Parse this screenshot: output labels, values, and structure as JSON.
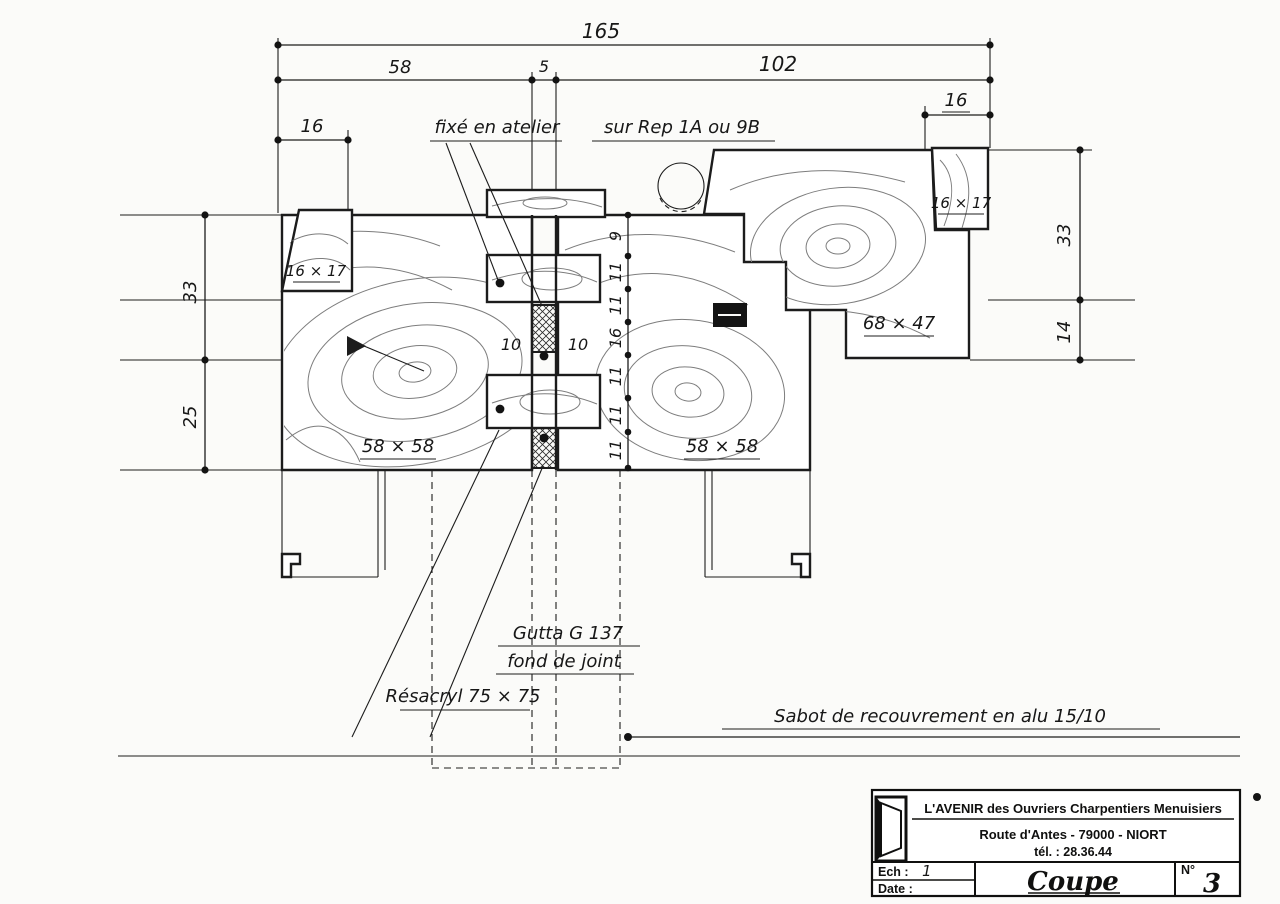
{
  "drawing": {
    "dims": {
      "total_width": "165",
      "left_width": "58",
      "joint_width": "5",
      "right_width": "102",
      "left_offset": "16",
      "right_offset": "16",
      "left_upper": "33",
      "left_lower": "25",
      "stack": [
        "9",
        "11",
        "11",
        "16",
        "11",
        "11",
        "11"
      ],
      "right_upper": "33",
      "right_lower": "14",
      "key_gap_left": "10",
      "key_gap_right": "10"
    },
    "part_labels": {
      "left_small": "16 × 17",
      "left_main": "58 × 58",
      "right_main": "58 × 58",
      "right_top": "68 × 47",
      "right_small": "16 × 17"
    },
    "notes": {
      "fixed_workshop": "fixé en atelier",
      "rep": "sur Rep 1A ou 9B",
      "gutta": "Gutta G 137",
      "joint_filler": "fond de joint",
      "resacryl": "Résacryl 75 × 75",
      "sabot": "Sabot de recouvrement en alu 15/10"
    }
  },
  "title_block": {
    "company": "L'AVENIR des Ouvriers Charpentiers Menuisiers",
    "address": "Route d'Antes - 79000 - NIORT",
    "phone": "tél. : 28.36.44",
    "scale_label": "Ech :",
    "scale_value": "1",
    "date_label": "Date :",
    "sheet_title": "Coupe",
    "number_label": "N°",
    "number_value": "3"
  }
}
